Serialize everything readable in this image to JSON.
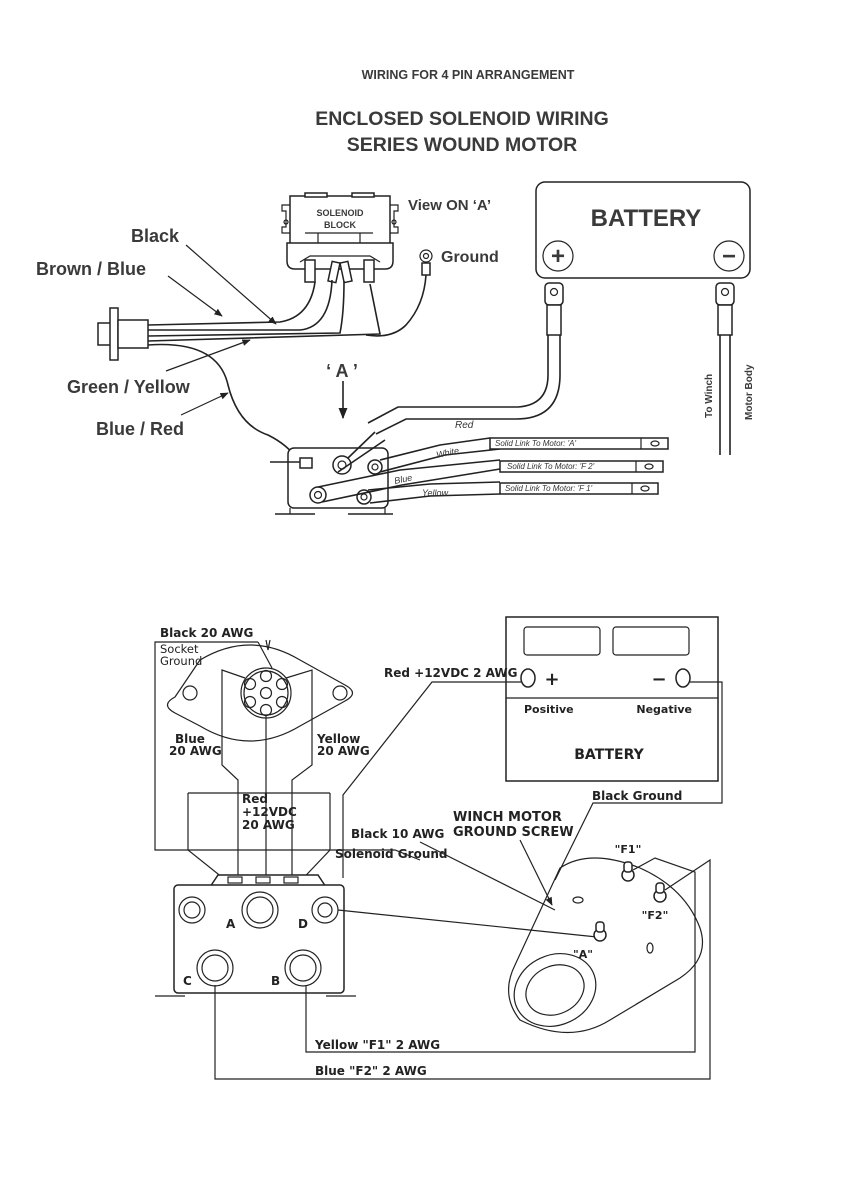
{
  "top_diagram": {
    "header": "WIRING FOR 4 PIN ARRANGEMENT",
    "title_line1": "ENCLOSED SOLENOID WIRING",
    "title_line2": "SERIES WOUND MOTOR",
    "solenoid_block_line1": "SOLENOID",
    "solenoid_block_line2": "BLOCK",
    "view_label": "View ON ‘A’",
    "ground_label": "Ground",
    "battery_label": "BATTERY",
    "battery_pos_symbol": "+",
    "battery_neg_symbol": "−",
    "wire_labels": {
      "black": "Black",
      "brown_blue": "Brown / Blue",
      "green_yellow": "Green / Yellow",
      "blue_red": "Blue / Red"
    },
    "view_marker": "‘ A ’",
    "to_winch": "To Winch",
    "motor_body": "Motor Body",
    "cable_labels": {
      "red": "Red",
      "white": "White",
      "blue": "Blue",
      "yellow": "Yellow"
    },
    "links": [
      "Solid Link To Motor: 'A'",
      "Solid Link To Motor: 'F 2'",
      "Solid Link To Motor: 'F 1'"
    ]
  },
  "bottom_diagram": {
    "socket": {
      "black_20awg": "Black 20 AWG",
      "socket_ground_1": "Socket",
      "socket_ground_2": "Ground",
      "blue_1": "Blue",
      "blue_2": "20 AWG",
      "yellow_1": "Yellow",
      "yellow_2": "20 AWG",
      "red_1": "Red",
      "red_2": "+12VDC",
      "red_3": "20 AWG"
    },
    "battery": {
      "red_cable": "Red +12VDC 2 AWG",
      "pos_symbol": "+",
      "neg_symbol": "−",
      "positive": "Positive",
      "negative": "Negative",
      "label": "BATTERY",
      "black_ground": "Black Ground"
    },
    "black_10awg": "Black 10 AWG",
    "solenoid_ground": "Solenoid Ground",
    "winch_motor_1": "WINCH MOTOR",
    "winch_motor_2": "GROUND SCREW",
    "terminals": {
      "a": "A",
      "b": "B",
      "c": "C",
      "d": "D"
    },
    "motor_terminals": {
      "f1": "\"F1\"",
      "f2": "\"F2\"",
      "a": "\"A\""
    },
    "yellow_f1": "Yellow \"F1\" 2 AWG",
    "blue_f2": "Blue \"F2\" 2 AWG"
  }
}
